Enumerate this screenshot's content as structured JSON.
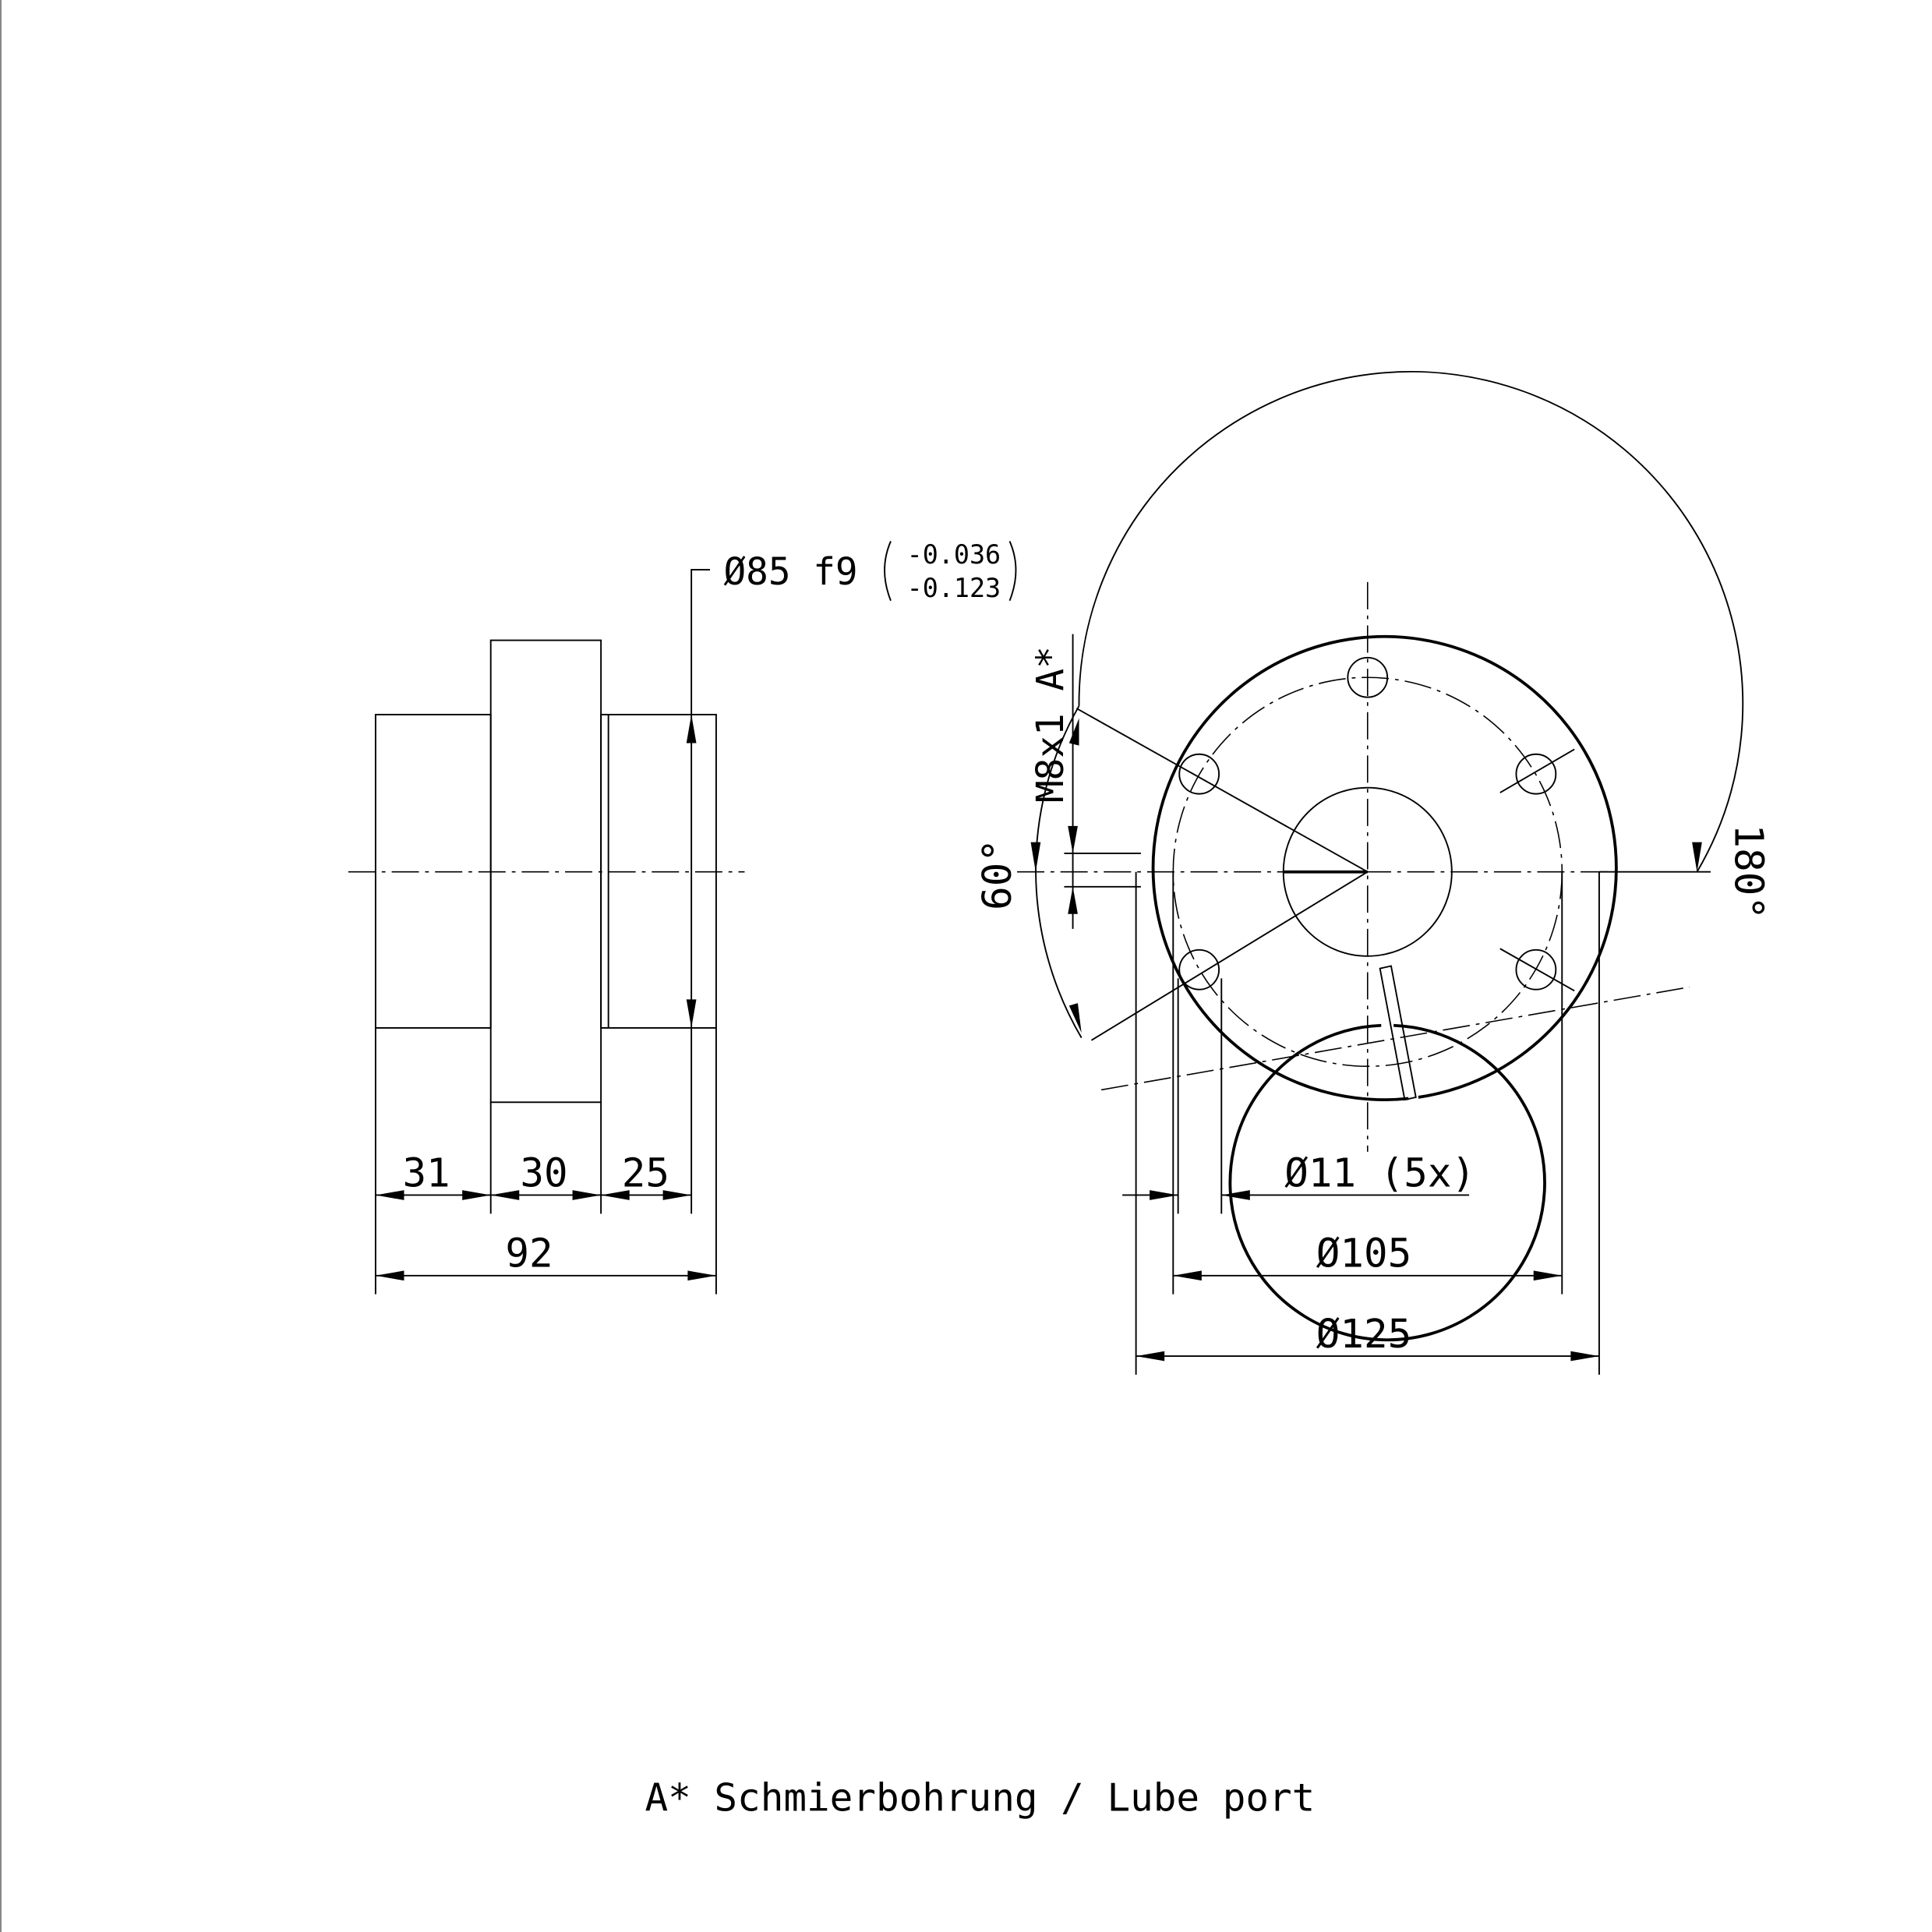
{
  "side_view": {
    "diameter_label": "Ø85 f9",
    "tolerance_upper": "-0.036",
    "tolerance_lower": "-0.123",
    "dim_flange_left": "31",
    "dim_flange_mid": "30",
    "dim_flange_right": "25",
    "dim_total": "92"
  },
  "front_view": {
    "thread_label": "M8x1 A*",
    "angle_60": "60°",
    "angle_180": "180°",
    "hole_label": "Ø11 (5x)",
    "bolt_circle_label": "Ø105",
    "outer_diameter_label": "Ø125"
  },
  "footnote": "A* Schmierbohrung / Lube port"
}
